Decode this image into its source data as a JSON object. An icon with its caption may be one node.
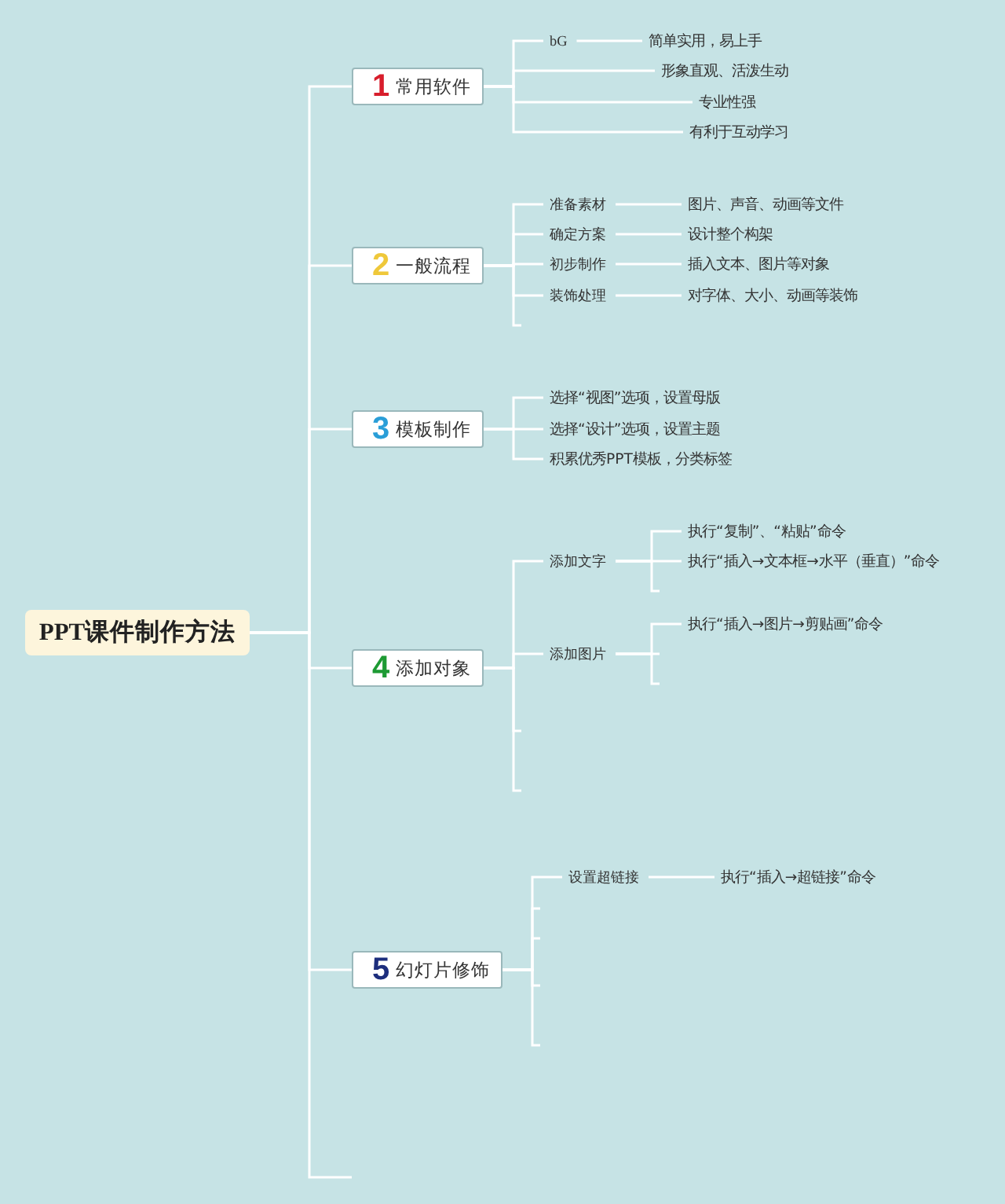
{
  "diagram": {
    "nodes": [
      {
        "text": [
          "PPT课件制作方法"
        ]
      },
      {
        "text": [
          "1",
          "常用软件"
        ]
      },
      {
        "text": [
          "bG"
        ]
      },
      {
        "text": [
          "简单实用，易上手"
        ]
      },
      {
        "text": [
          "形象直观、活泼生动"
        ]
      },
      {
        "text": [
          "专业性强"
        ]
      },
      {
        "text": [
          "有利于互动学习"
        ]
      },
      {
        "text": [
          "2",
          "一般流程"
        ]
      },
      {
        "text": [
          "准备素材"
        ]
      },
      {
        "text": [
          "图片、声音、动画等文件"
        ]
      },
      {
        "text": [
          "确定方案"
        ]
      },
      {
        "text": [
          "设计整个构架"
        ]
      },
      {
        "text": [
          "初步制作"
        ]
      },
      {
        "text": [
          "插入文本、图片等对象"
        ]
      },
      {
        "text": [
          "装饰处理"
        ]
      },
      {
        "text": [
          "对字体、大小、动画等装饰"
        ]
      },
      {
        "text": [
          "3",
          "模板制作"
        ]
      },
      {
        "text": [
          "选择“视图”选项，设置母版"
        ]
      },
      {
        "text": [
          "选择“设计”选项，设置主题"
        ]
      },
      {
        "text": [
          "积累优秀PPT模板，分类标签"
        ]
      },
      {
        "text": [
          "4",
          "添加对象"
        ]
      },
      {
        "text": [
          "添加文字"
        ]
      },
      {
        "text": [
          "执行“复制”、“粘贴”命令"
        ]
      },
      {
        "text": [
          "执行“插入→文本框→水平（垂直）”命令"
        ]
      },
      {
        "text": [
          "添加图片"
        ]
      },
      {
        "text": [
          "执行“插入→图片→剪贴画”命令"
        ]
      },
      {
        "text": [
          "5",
          "幻灯片修饰"
        ]
      },
      {
        "text": [
          "设置超链接"
        ]
      },
      {
        "text": [
          "执行“插入→超链接”命令"
        ]
      }
    ],
    "edges": [
      {
        "from": 0,
        "to": 1,
        "arrow": "none"
      },
      {
        "from": 1,
        "to": 2,
        "arrow": "none"
      },
      {
        "from": 2,
        "to": 3,
        "arrow": "none"
      },
      {
        "from": 1,
        "to": 4,
        "arrow": "none"
      },
      {
        "from": 1,
        "to": 5,
        "arrow": "none"
      },
      {
        "from": 1,
        "to": 6,
        "arrow": "none"
      },
      {
        "from": 0,
        "to": 7,
        "arrow": "none"
      },
      {
        "from": 7,
        "to": 8,
        "arrow": "none"
      },
      {
        "from": 8,
        "to": 9,
        "arrow": "none"
      },
      {
        "from": 7,
        "to": 10,
        "arrow": "none"
      },
      {
        "from": 10,
        "to": 11,
        "arrow": "none"
      },
      {
        "from": 7,
        "to": 12,
        "arrow": "none"
      },
      {
        "from": 12,
        "to": 13,
        "arrow": "none"
      },
      {
        "from": 7,
        "to": 14,
        "arrow": "none"
      },
      {
        "from": 14,
        "to": 15,
        "arrow": "none"
      },
      {
        "from": 7,
        "to": null,
        "arrow": "none"
      },
      {
        "from": 0,
        "to": 16,
        "arrow": "none"
      },
      {
        "from": 16,
        "to": 17,
        "arrow": "none"
      },
      {
        "from": 16,
        "to": 18,
        "arrow": "none"
      },
      {
        "from": 16,
        "to": 19,
        "arrow": "none"
      },
      {
        "from": 0,
        "to": 20,
        "arrow": "none"
      },
      {
        "from": 20,
        "to": 21,
        "arrow": "none"
      },
      {
        "from": 21,
        "to": 22,
        "arrow": "none"
      },
      {
        "from": 21,
        "to": 23,
        "arrow": "none"
      },
      {
        "from": 21,
        "to": null,
        "arrow": "none"
      },
      {
        "from": 20,
        "to": 24,
        "arrow": "none"
      },
      {
        "from": 24,
        "to": 25,
        "arrow": "none"
      },
      {
        "from": 24,
        "to": null,
        "arrow": "none"
      },
      {
        "from": 24,
        "to": null,
        "arrow": "none"
      },
      {
        "from": 20,
        "to": null,
        "arrow": "none"
      },
      {
        "from": 20,
        "to": null,
        "arrow": "none"
      },
      {
        "from": 0,
        "to": 26,
        "arrow": "none"
      },
      {
        "from": 26,
        "to": 27,
        "arrow": "none"
      },
      {
        "from": 27,
        "to": 28,
        "arrow": "none"
      },
      {
        "from": 26,
        "to": null,
        "arrow": "none"
      },
      {
        "from": 26,
        "to": null,
        "arrow": "none"
      },
      {
        "from": 26,
        "to": null,
        "arrow": "none"
      },
      {
        "from": 26,
        "to": null,
        "arrow": "none"
      },
      {
        "from": 0,
        "to": null,
        "arrow": "none"
      }
    ]
  }
}
